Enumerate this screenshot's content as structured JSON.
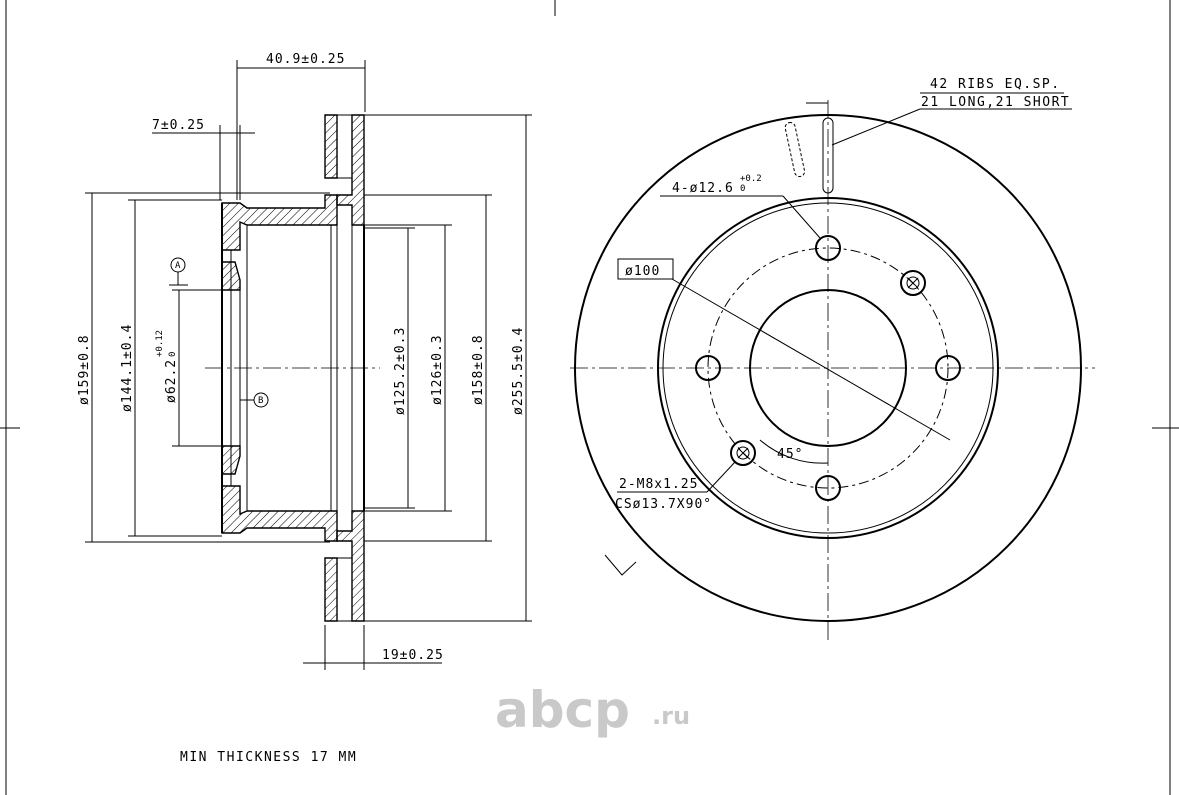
{
  "dimensions": {
    "overall_width": "40.9±0.25",
    "hat_thickness": "7±0.25",
    "disc_thickness": "19±0.25",
    "d159": "ø159±0.8",
    "d144": "ø144.1±0.4",
    "d62_base": "ø62.2",
    "d62_tol_upper": "+0.12",
    "d62_tol_lower": "0",
    "d125": "ø125.2±0.3",
    "d126": "ø126±0.3",
    "d158": "ø158±0.8",
    "d255": "ø255.5±0.4",
    "pcd": "ø100",
    "holes_base": "4-ø12.6",
    "holes_tol_upper": "+0.2",
    "holes_tol_lower": "0",
    "thread_line1": "2-M8x1.25",
    "thread_line2": "CSø13.7X90°",
    "angle": "45°"
  },
  "datums": {
    "a": "A",
    "b": "B"
  },
  "notes": {
    "ribs_line1": "42 RIBS EQ.SP.",
    "ribs_line2": "21 LONG,21 SHORT",
    "min_thickness": "MIN THICKNESS 17 MM"
  },
  "watermark": {
    "brand": "abcp",
    "tld": ".ru"
  }
}
